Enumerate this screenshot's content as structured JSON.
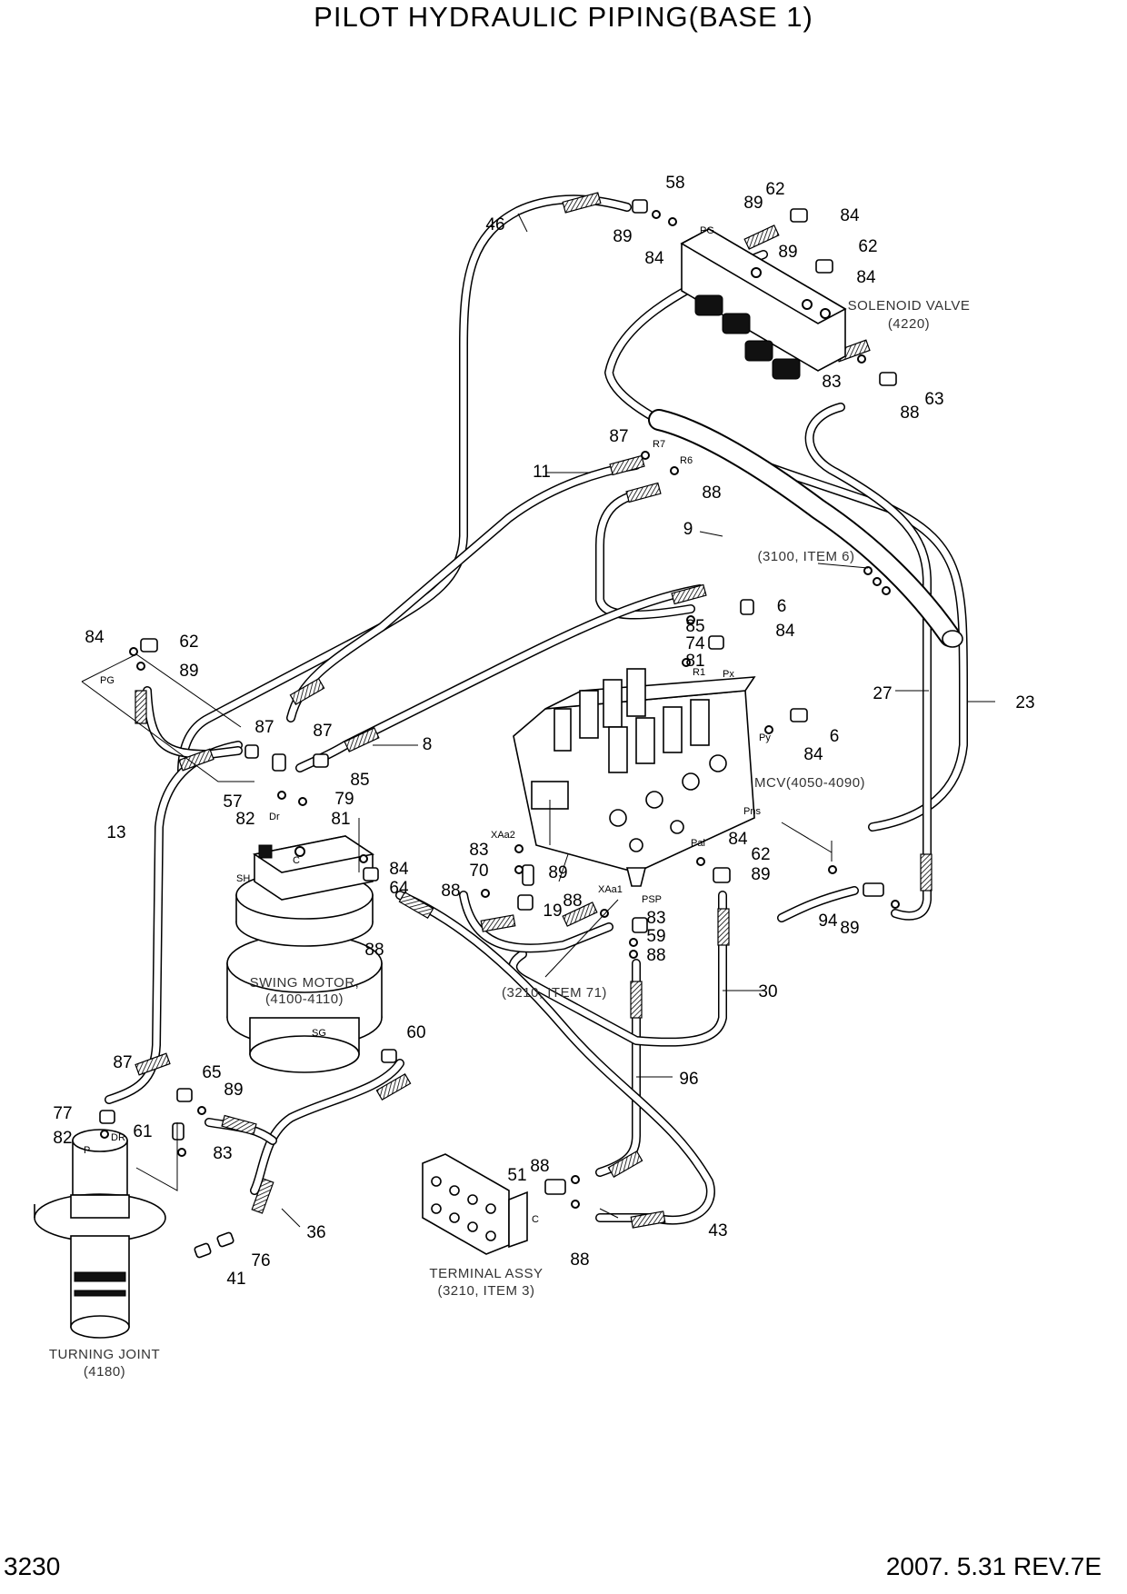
{
  "title": "PILOT HYDRAULIC PIPING(BASE 1)",
  "page_number": "3230",
  "revision": "2007. 5.31 REV.7E",
  "assemblies": [
    {
      "id": "solenoid",
      "name": "SOLENOID VALVE",
      "ref": "(4220)"
    },
    {
      "id": "mcv",
      "name": "MCV(4050-4090)",
      "ref": ""
    },
    {
      "id": "swing",
      "name": "SWING MOTOR,",
      "ref": "(4100-4110)"
    },
    {
      "id": "terminal",
      "name": "TERMINAL ASSY",
      "ref": "(3210, ITEM 3)"
    },
    {
      "id": "turning",
      "name": "TURNING JOINT",
      "ref": "(4180)"
    }
  ],
  "references": [
    "(3100, ITEM 6)",
    "(3210, ITEM 71)"
  ],
  "ports": [
    "PG",
    "PG",
    "R7",
    "R6",
    "R1",
    "Px",
    "Py",
    "Pns",
    "Pal",
    "XAa2",
    "XAa1",
    "PSP",
    "Dr",
    "C",
    "SH",
    "SG",
    "DR",
    "P",
    "C"
  ],
  "callouts": [
    "58",
    "89",
    "62",
    "84",
    "89",
    "84",
    "89",
    "62",
    "84",
    "83",
    "88",
    "63",
    "46",
    "87",
    "11",
    "88",
    "9",
    "6",
    "85",
    "84",
    "74",
    "81",
    "84",
    "62",
    "89",
    "87",
    "87",
    "8",
    "85",
    "79",
    "57",
    "82",
    "81",
    "6",
    "84",
    "27",
    "23",
    "13",
    "84",
    "64",
    "88",
    "83",
    "70",
    "89",
    "88",
    "19",
    "88",
    "84",
    "62",
    "89",
    "83",
    "59",
    "88",
    "94",
    "89",
    "30",
    "96",
    "60",
    "87",
    "65",
    "89",
    "77",
    "82",
    "61",
    "83",
    "51",
    "88",
    "88",
    "43",
    "36",
    "76",
    "41"
  ]
}
